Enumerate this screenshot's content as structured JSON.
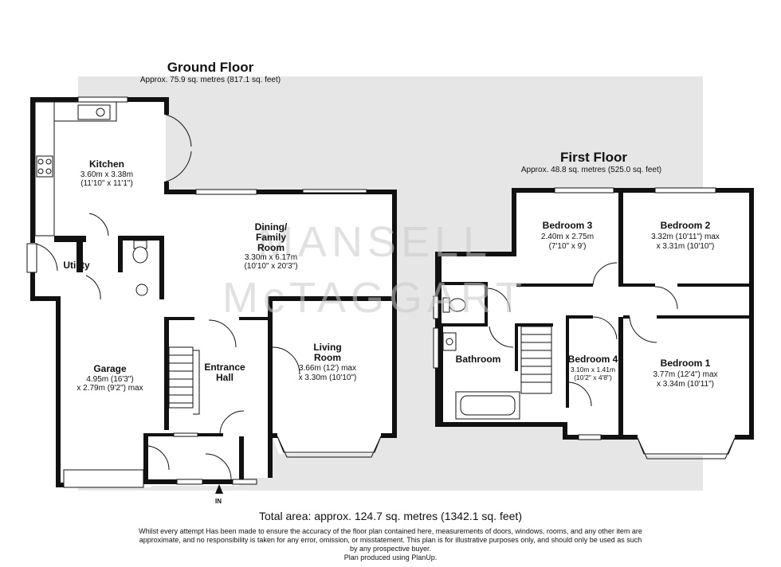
{
  "ground_floor": {
    "title": "Ground Floor",
    "area": "Approx. 75.9 sq. metres (817.1 sq. feet)",
    "rooms": {
      "kitchen": {
        "name": "Kitchen",
        "dim1": "3.60m x 3.38m",
        "dim2": "(11'10\" x 11'1\")"
      },
      "dining": {
        "name1": "Dining/",
        "name2": "Family",
        "name3": "Room",
        "dim1": "3.30m x 6.17m",
        "dim2": "(10'10\" x 20'3\")"
      },
      "utility": {
        "name": "Utility"
      },
      "living": {
        "name1": "Living",
        "name2": "Room",
        "dim1": "3.66m (12') max",
        "dim2": "x 3.30m (10'10\")"
      },
      "entrance": {
        "name1": "Entrance",
        "name2": "Hall"
      },
      "garage": {
        "name": "Garage",
        "dim1": "4.95m (16'3\")",
        "dim2": "x 2.79m (9'2\") max"
      }
    },
    "entry_label": "IN"
  },
  "first_floor": {
    "title": "First Floor",
    "area": "Approx. 48.8 sq. metres (525.0 sq. feet)",
    "rooms": {
      "bedroom3": {
        "name": "Bedroom 3",
        "dim1": "2.40m x 2.75m",
        "dim2": "(7'10\" x 9')"
      },
      "bedroom2": {
        "name": "Bedroom 2",
        "dim1": "3.32m (10'11\") max",
        "dim2": "x 3.31m (10'10\")"
      },
      "bathroom": {
        "name": "Bathroom"
      },
      "bedroom4": {
        "name": "Bedroom 4",
        "dim1": "3.10m x 1.41m",
        "dim2": "(10'2\" x 4'8\")"
      },
      "bedroom1": {
        "name": "Bedroom 1",
        "dim1": "3.77m (12'4\") max",
        "dim2": "x 3.34m (10'11\")"
      }
    }
  },
  "watermark": {
    "line1": "MANSELL",
    "line2": "McTAGGART"
  },
  "footer": {
    "total_area": "Total area: approx. 124.7 sq. metres (1342.1 sq. feet)",
    "disclaimer": "Whilst every attempt Has been made to ensure the accuracy of the floor plan contained here, measurements of doors, windows, rooms, and any other item are approximate, and no responsibility is taken for any error, omission, or misstatement. This plan is for illustrative purposes only, and should only be used as such by any prospective buyer.",
    "credit": "Plan produced using PlanUp."
  },
  "colors": {
    "wall": "#111111",
    "shade": "#e6e6e6",
    "watermark": "#c9c9c9",
    "floor": "#ffffff"
  }
}
